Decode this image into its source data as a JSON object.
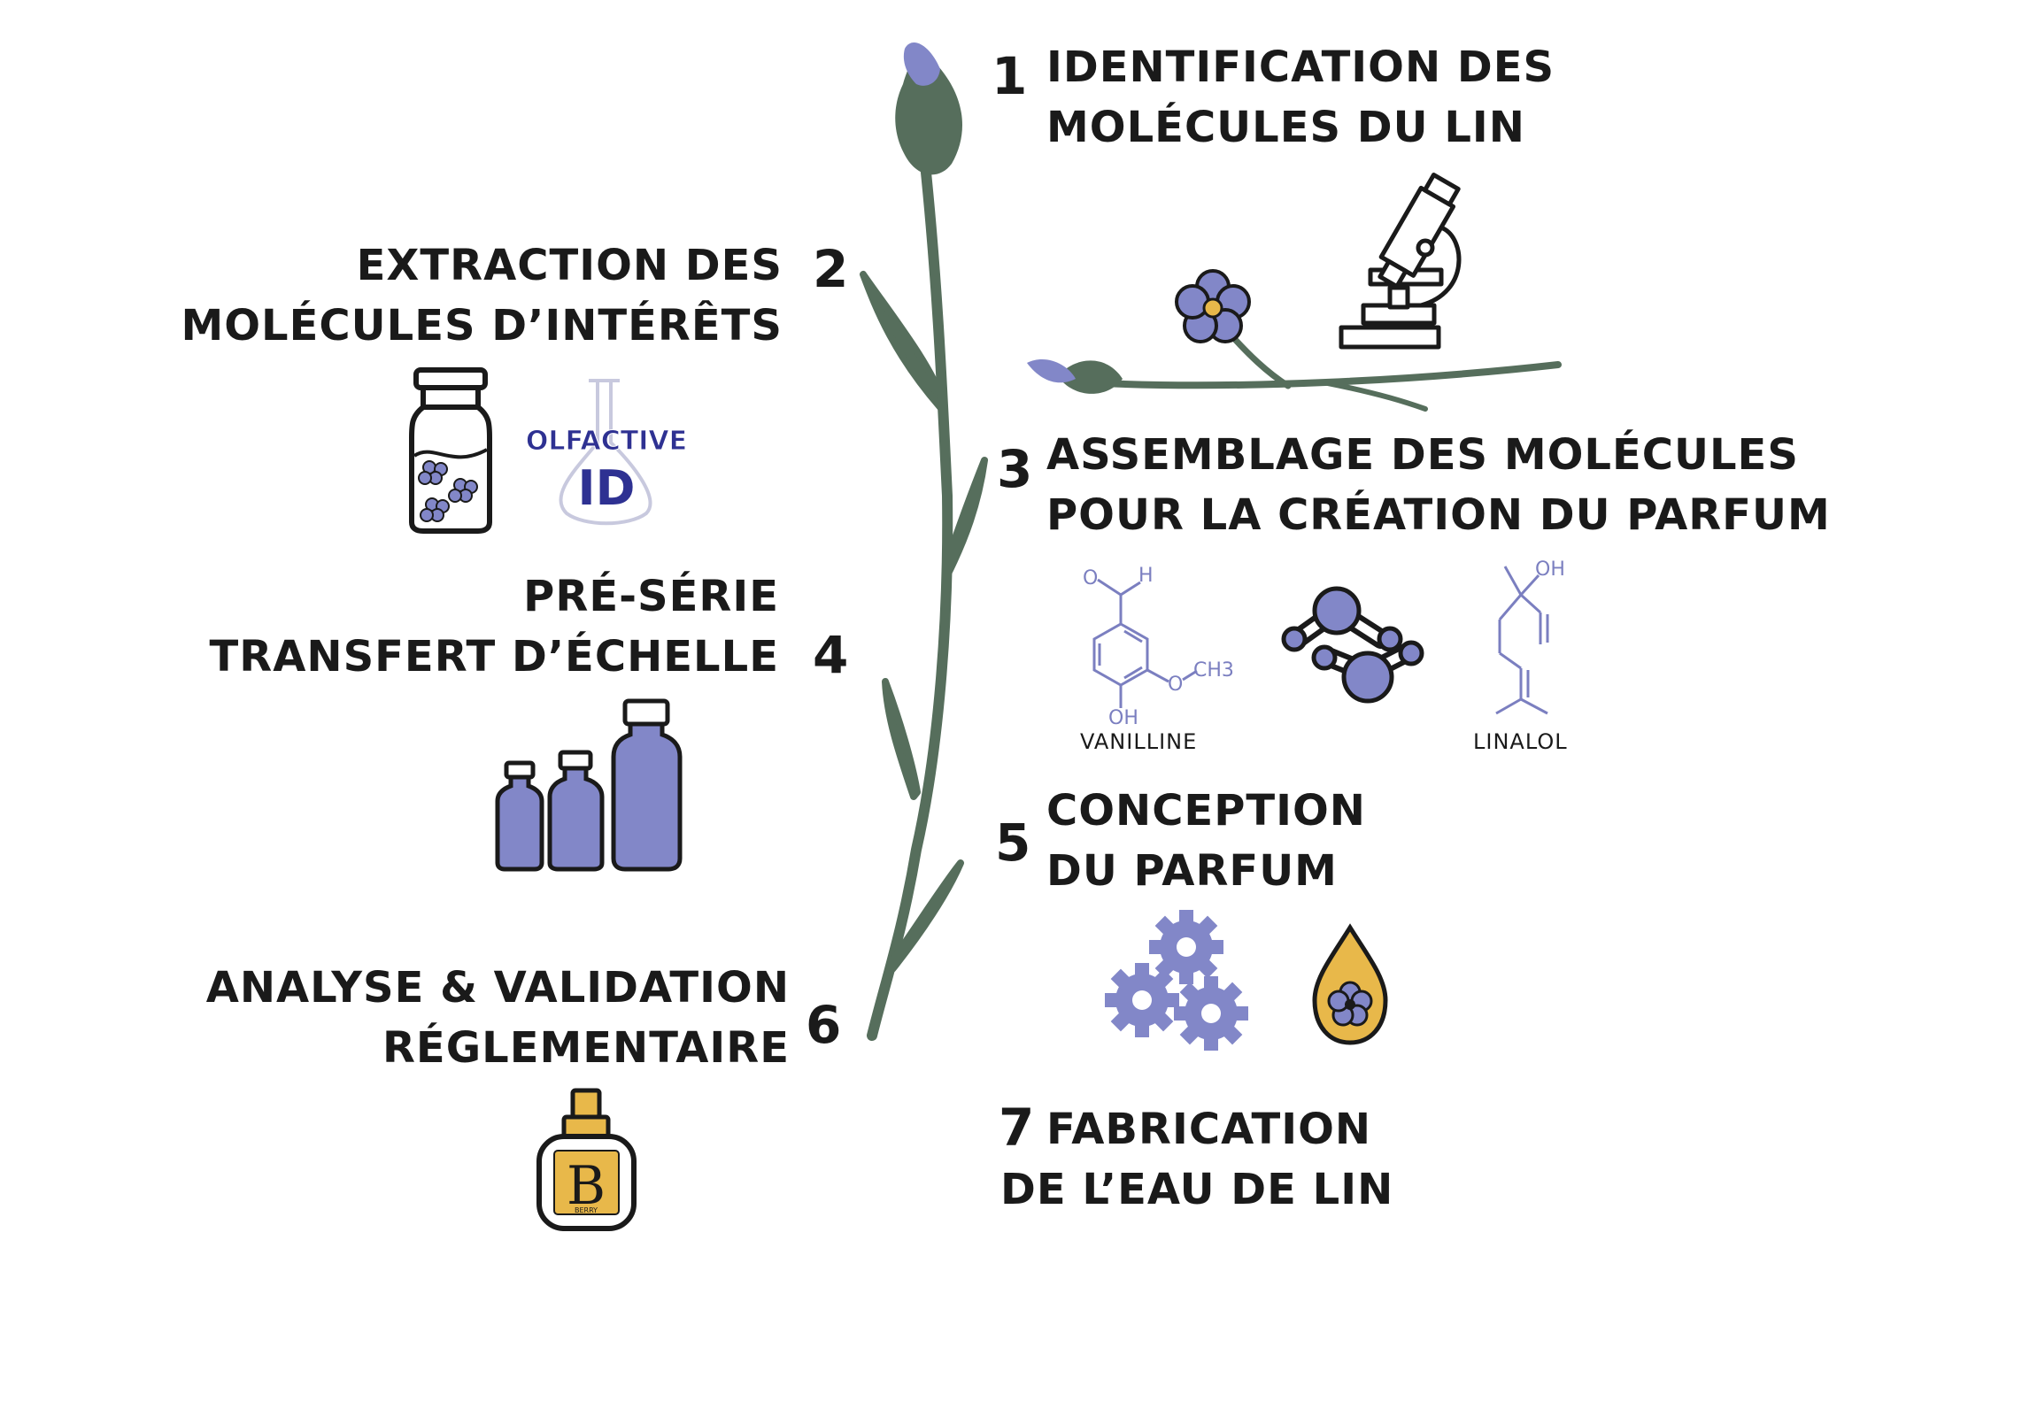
{
  "steps": [
    {
      "number": "1",
      "lines": [
        "IDENTIFICATION DES",
        "MOLÉCULES DU LIN"
      ]
    },
    {
      "number": "2",
      "lines": [
        "EXTRACTION DES",
        "MOLÉCULES D’INTÉRÊTS"
      ]
    },
    {
      "number": "3",
      "lines": [
        "ASSEMBLAGE DES MOLÉCULES",
        "POUR LA CRÉATION DU PARFUM"
      ]
    },
    {
      "number": "4",
      "lines": [
        "PRÉ-SÉRIE",
        "TRANSFERT D’ÉCHELLE"
      ]
    },
    {
      "number": "5",
      "lines": [
        "CONCEPTION",
        "DU PARFUM"
      ]
    },
    {
      "number": "6",
      "lines": [
        "ANALYSE & VALIDATION",
        "RÉGLEMENTAIRE"
      ]
    },
    {
      "number": "7",
      "lines": [
        "FABRICATION",
        "DE L’EAU DE LIN"
      ]
    }
  ],
  "molecules": {
    "vanilline": {
      "label": "VANILLINE",
      "atoms": {
        "o": "O",
        "h": "H",
        "ch3": "CH3",
        "oh": "OH"
      }
    },
    "linalol": {
      "label": "LINALOL",
      "atoms": {
        "oh": "OH"
      }
    }
  },
  "logos": {
    "olfactive_line1": "OLFACTIVE",
    "olfactive_line2": "ID",
    "bottle_letter": "B",
    "bottle_brand": "BERRY"
  },
  "icons": {
    "flax_flower": "flax-flower-icon",
    "microscope": "microscope-icon",
    "molecule_model": "molecule-model-icon",
    "jar": "jar-with-flowers-icon",
    "bottles": "bottles-scale-icon",
    "gears": "gears-icon",
    "drop": "oil-drop-flower-icon",
    "perfume": "perfume-bottle-icon"
  },
  "colors": {
    "stem": "#566e5c",
    "lavender": "#8287c8",
    "lavender_dark": "#5a5fa8",
    "gold": "#e8b84a",
    "text": "#1a1a1a"
  }
}
